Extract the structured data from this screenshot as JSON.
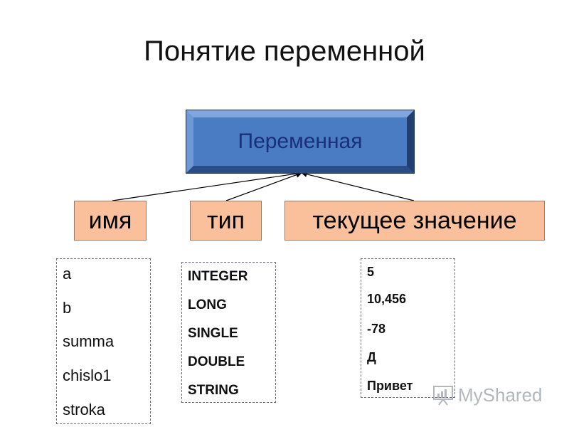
{
  "title": "Понятие переменной",
  "root": {
    "label": "Переменная"
  },
  "nodes": {
    "name": "имя",
    "type": "тип",
    "value": "текущее значение"
  },
  "lists": {
    "names": [
      "a",
      "b",
      "summa",
      "chislo1",
      "stroka"
    ],
    "types": [
      "INTEGER",
      "LONG",
      "SINGLE",
      "DOUBLE",
      "STRING"
    ],
    "values": [
      "5",
      "10,456",
      "-78",
      "Д",
      "Привет"
    ]
  },
  "watermark": {
    "text": "MyShared",
    "icon": "presentation-icon"
  },
  "colors": {
    "root_fill": "#4a7cc4",
    "root_text": "#1a2f7a",
    "node_fill": "#f9c09b"
  }
}
